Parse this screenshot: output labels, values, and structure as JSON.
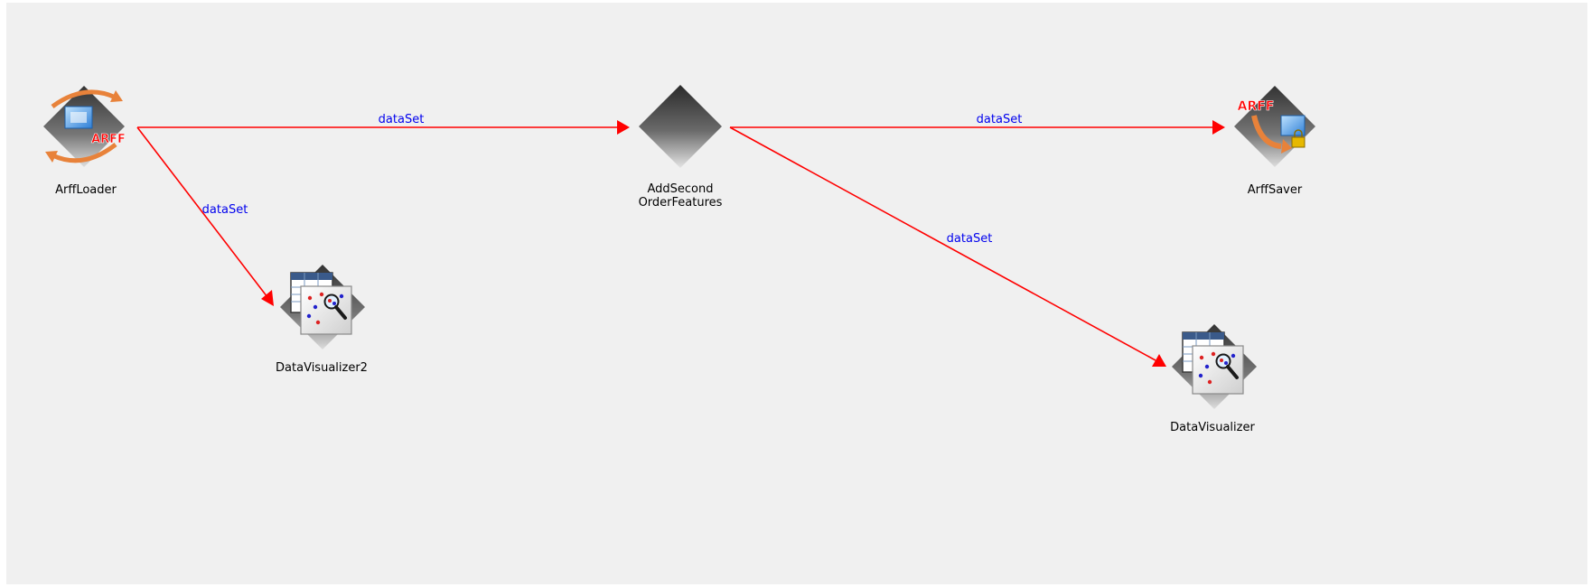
{
  "colors": {
    "canvas": "#f0f0f0",
    "connection": "#ff0000",
    "connection_label": "#0000ee",
    "node_label": "#000000"
  },
  "nodes": {
    "arff_loader": {
      "label": "ArffLoader",
      "icon": "arff-loader-icon",
      "badge": "ARFF"
    },
    "add_second_order": {
      "label_line1": "AddSecond",
      "label_line2": "OrderFeatures",
      "icon": "filter-diamond-icon"
    },
    "arff_saver": {
      "label": "ArffSaver",
      "icon": "arff-saver-icon",
      "badge": "ARFF"
    },
    "data_visualizer2": {
      "label": "DataVisualizer2",
      "icon": "data-visualizer-icon"
    },
    "data_visualizer": {
      "label": "DataVisualizer",
      "icon": "data-visualizer-icon"
    }
  },
  "connections": [
    {
      "from": "ArffLoader",
      "to": "AddSecondOrderFeatures",
      "label": "dataSet"
    },
    {
      "from": "ArffLoader",
      "to": "DataVisualizer2",
      "label": "dataSet"
    },
    {
      "from": "AddSecondOrderFeatures",
      "to": "ArffSaver",
      "label": "dataSet"
    },
    {
      "from": "AddSecondOrderFeatures",
      "to": "DataVisualizer",
      "label": "dataSet"
    }
  ]
}
